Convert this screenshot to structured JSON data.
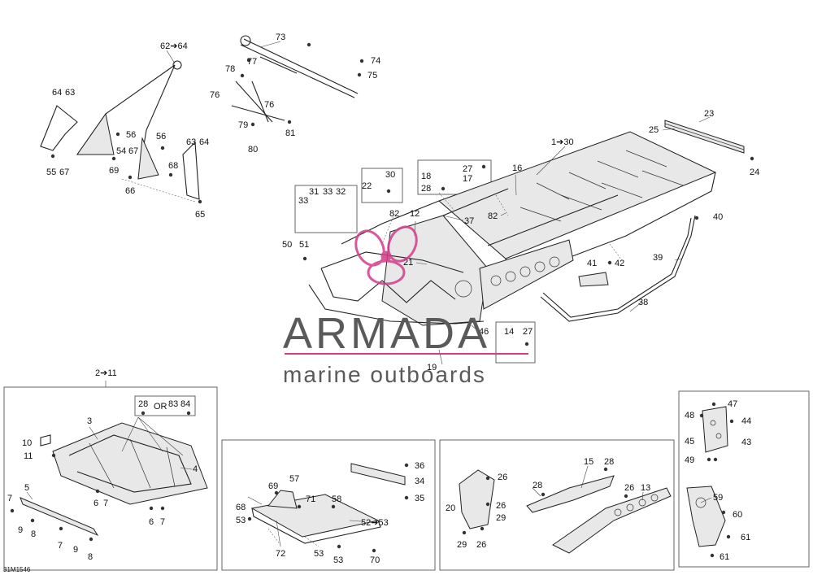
{
  "diagram": {
    "code": "31M1546",
    "watermark": {
      "brand": "ARMADA",
      "tagline": "marine outboards",
      "accent_color": "#d33c8c",
      "text_color": "#5a5a5a"
    },
    "group_headers": {
      "arms": "62➔64",
      "frame": "1➔30",
      "skid_group": "2➔11",
      "bolt_option": "OR"
    },
    "callouts": {
      "c73": "73",
      "c74": "74",
      "c75": "75",
      "c78": "78",
      "c77": "77",
      "c76a": "76",
      "c76b": "76",
      "c79": "79",
      "c80": "80",
      "c81": "81",
      "c64a": "64",
      "c63a": "63",
      "c56a": "56",
      "c56b": "56",
      "c54": "54",
      "c67a": "67",
      "c69a": "69",
      "c55": "55",
      "c67b": "67",
      "c68a": "68",
      "c66": "66",
      "c63b": "63",
      "c64b": "64",
      "c65": "65",
      "c23": "23",
      "c25": "25",
      "c24": "24",
      "c16": "16",
      "c82a": "82",
      "c82b": "82",
      "c27a": "27",
      "c17": "17",
      "c18": "18",
      "c28a": "28",
      "c22": "22",
      "c30": "30",
      "c37": "37",
      "c31": "31",
      "c33a": "33",
      "c33b": "33",
      "c32": "32",
      "c12": "12",
      "c21": "21",
      "c50": "50",
      "c51": "51",
      "c40": "40",
      "c39": "39",
      "c41": "41",
      "c42": "42",
      "c38": "38",
      "c46": "46",
      "c14": "14",
      "c27b": "27",
      "c19": "19",
      "c28b": "28",
      "c83": "83",
      "c84": "84",
      "c3": "3",
      "c10": "10",
      "c11": "11",
      "c4": "4",
      "c5": "5",
      "c7a": "7",
      "c9a": "9",
      "c8a": "8",
      "c6a": "6",
      "c7b": "7",
      "c6b": "6",
      "c7c": "7",
      "c7d": "7",
      "c9b": "9",
      "c8b": "8",
      "c36": "36",
      "c34": "34",
      "c35": "35",
      "c69b": "69",
      "c57": "57",
      "c71": "71",
      "c58": "58",
      "c68b": "68",
      "c53a": "53",
      "c52": "52➔53",
      "c72": "72",
      "c53b": "53",
      "c53c": "53",
      "c70": "70",
      "c26a": "26",
      "c26b": "26",
      "c29a": "29",
      "c20": "20",
      "c29b": "29",
      "c26c": "26",
      "c15": "15",
      "c28c": "28",
      "c28d": "28",
      "c26d": "26",
      "c13": "13",
      "c47": "47",
      "c48": "48",
      "c44": "44",
      "c45": "45",
      "c43": "43",
      "c49": "49",
      "c59": "59",
      "c60": "60",
      "c61a": "61",
      "c61b": "61"
    }
  }
}
